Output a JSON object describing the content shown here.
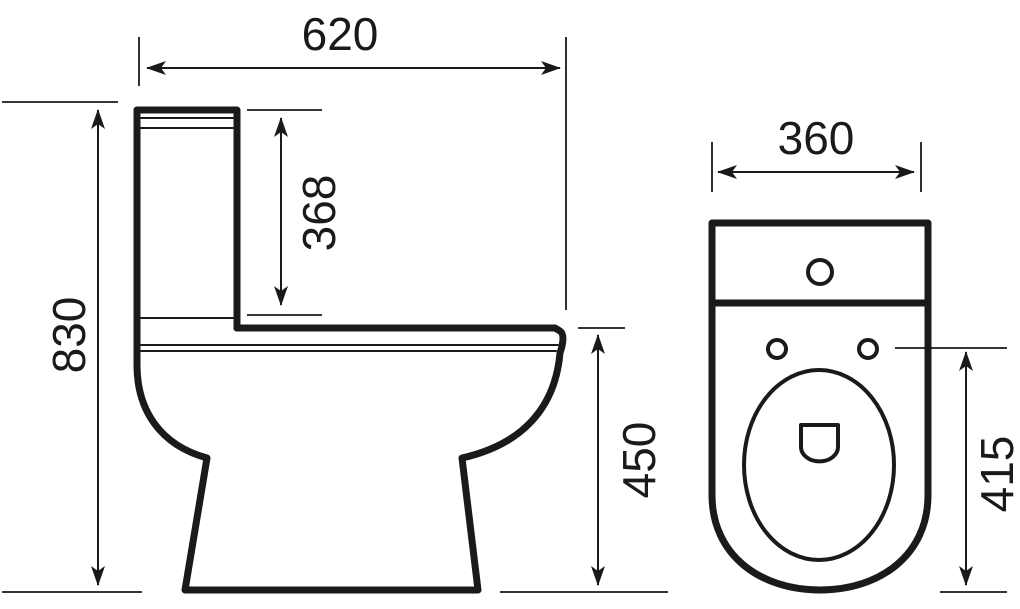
{
  "dimensions": {
    "overall_depth": "620",
    "overall_height": "830",
    "cistern_height": "368",
    "seat_height": "450",
    "width": "360",
    "pan_length": "415"
  }
}
